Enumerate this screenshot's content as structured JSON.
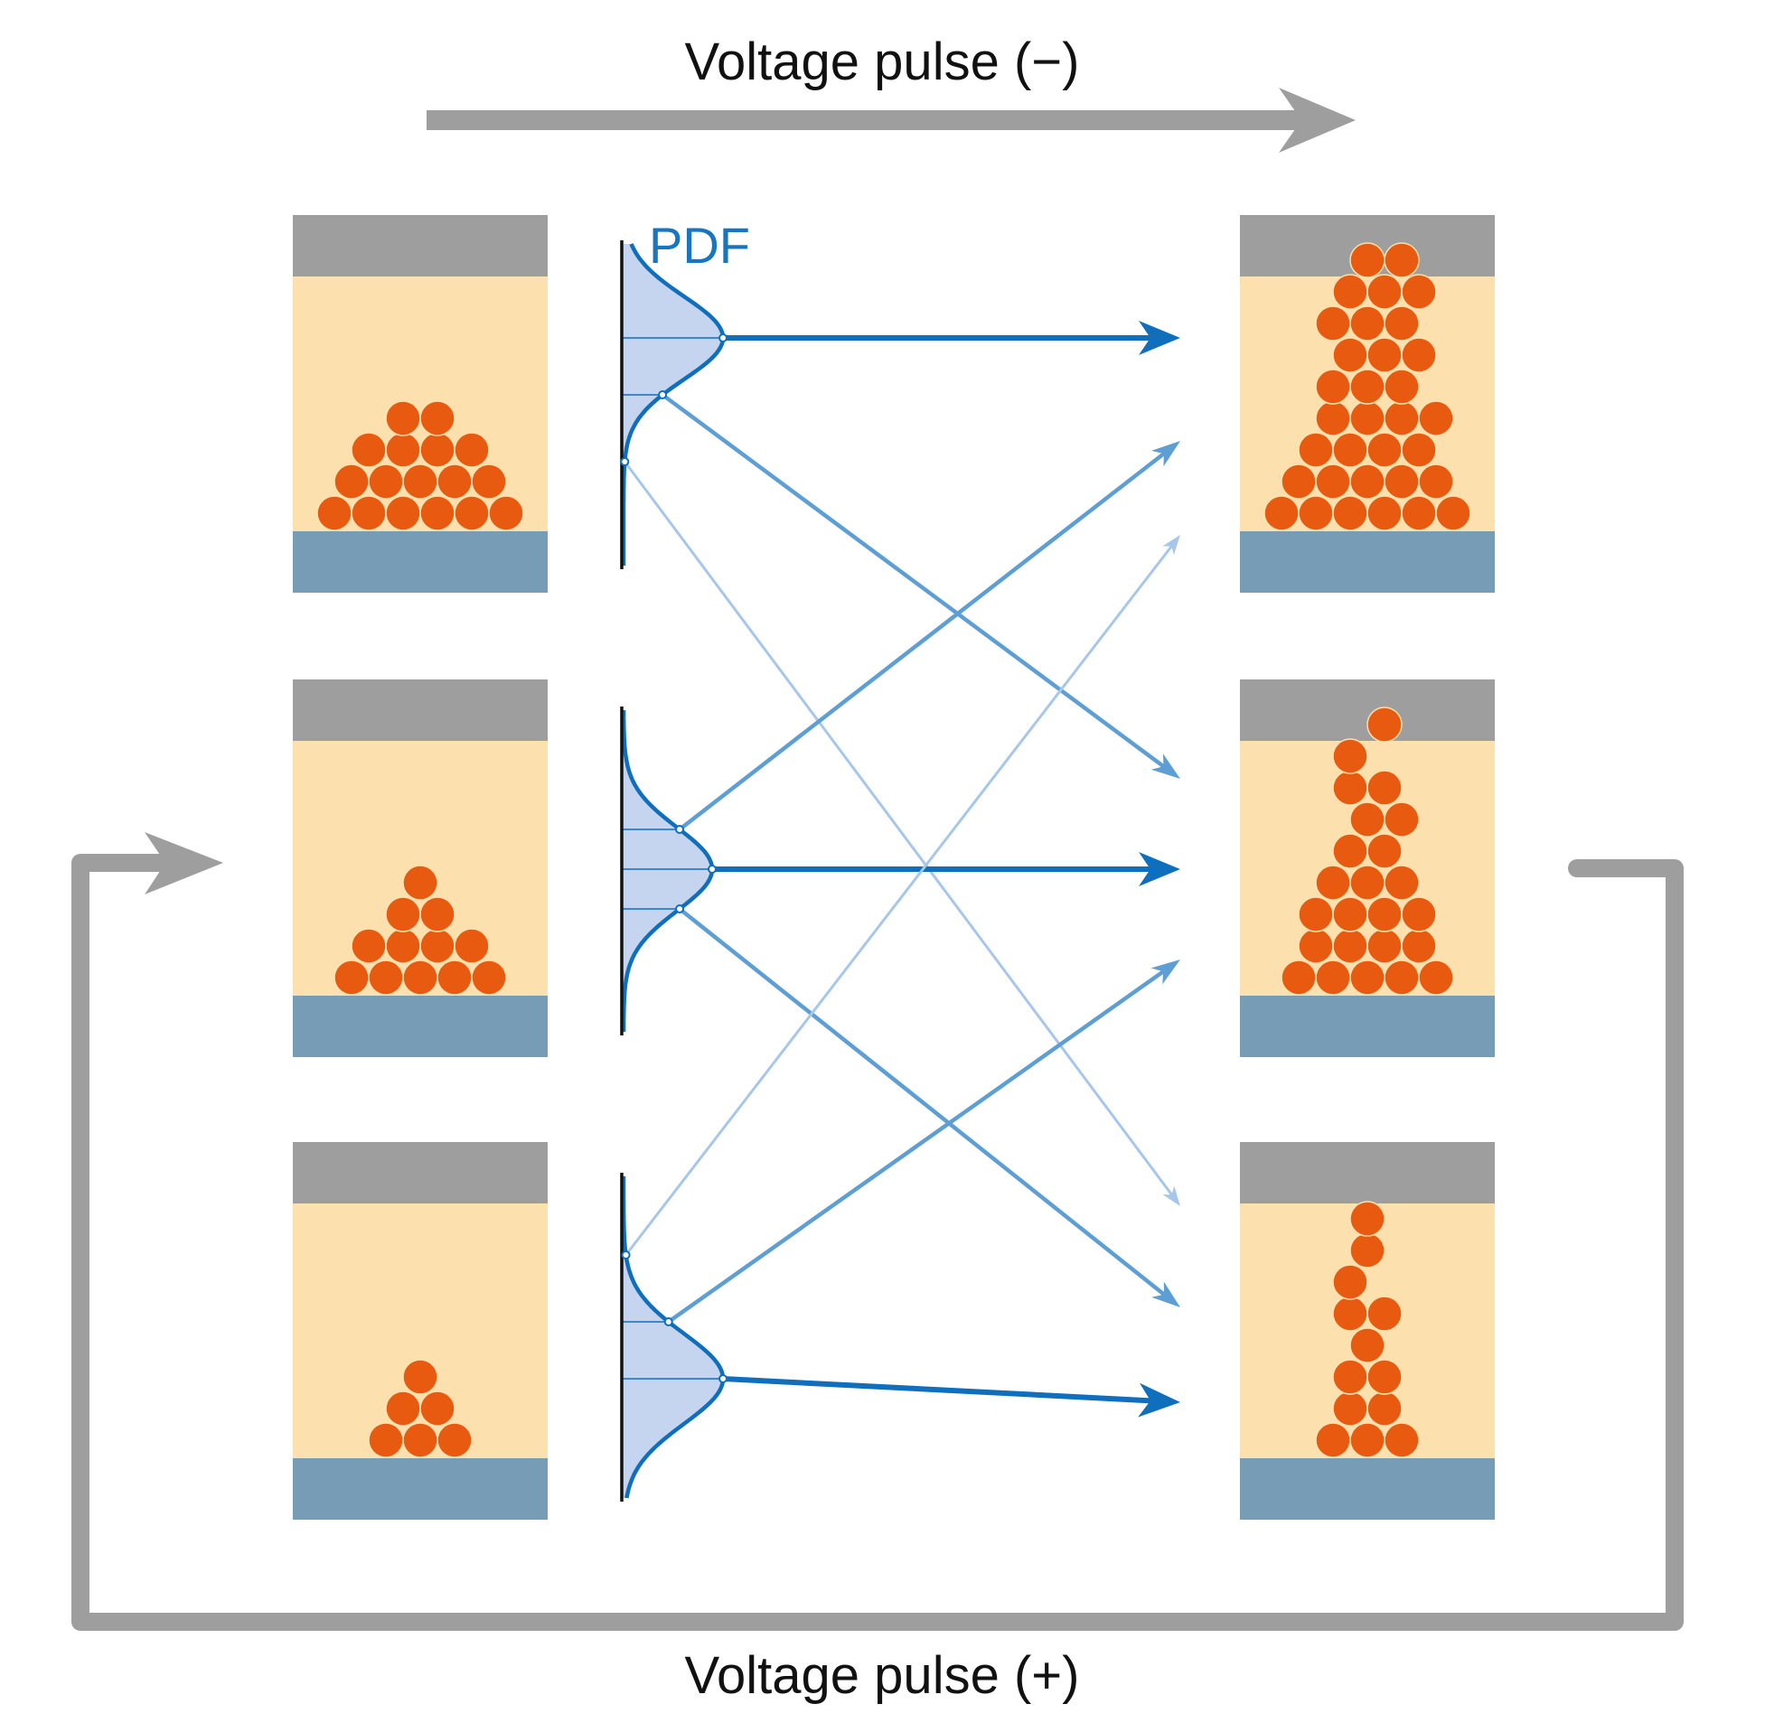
{
  "top_label": "Voltage pulse (−)",
  "bottom_label": "Voltage pulse (+)",
  "pdf_label": "PDF",
  "colors": {
    "background": "#ffffff",
    "flow_arrow": "#9e9e9e",
    "electrode_top": "#9e9e9e",
    "electrode_bottom": "#769cb6",
    "medium": "#fce0ae",
    "particle": "#e95a11",
    "particle_stroke": "#fce0ae",
    "pdf_curve": "#0f6fbd",
    "pdf_fill": "#c6d5ef",
    "pdf_axis": "#111111",
    "transition_strong": "#0f6fbd",
    "transition_medium": "#5d9fd4",
    "transition_weak": "#a7c7ea",
    "label_text": "#111111",
    "pdf_text": "#1a75bf"
  },
  "initial_states": [
    {
      "name": "initial-state-high",
      "row_particle_counts": [
        6,
        5,
        4,
        2
      ]
    },
    {
      "name": "initial-state-mid",
      "row_particle_counts": [
        5,
        4,
        2,
        1
      ]
    },
    {
      "name": "initial-state-low",
      "row_particle_counts": [
        3,
        2,
        1
      ]
    }
  ],
  "final_states": [
    {
      "name": "final-state-wide",
      "row_particle_counts": [
        6,
        5,
        4,
        4,
        3,
        3,
        3,
        3,
        2
      ]
    },
    {
      "name": "final-state-medium",
      "row_particle_counts": [
        5,
        4,
        4,
        3,
        2,
        2,
        2,
        1,
        1
      ]
    },
    {
      "name": "final-state-narrow",
      "row_particle_counts": [
        3,
        2,
        2,
        1,
        2,
        1,
        1,
        1
      ]
    }
  ],
  "transitions": [
    {
      "from": "initial-state-high",
      "to": "final-state-wide",
      "strength": "strong"
    },
    {
      "from": "initial-state-high",
      "to": "final-state-medium",
      "strength": "medium"
    },
    {
      "from": "initial-state-high",
      "to": "final-state-narrow",
      "strength": "weak"
    },
    {
      "from": "initial-state-mid",
      "to": "final-state-wide",
      "strength": "medium"
    },
    {
      "from": "initial-state-mid",
      "to": "final-state-medium",
      "strength": "strong"
    },
    {
      "from": "initial-state-mid",
      "to": "final-state-narrow",
      "strength": "medium"
    },
    {
      "from": "initial-state-low",
      "to": "final-state-wide",
      "strength": "weak"
    },
    {
      "from": "initial-state-low",
      "to": "final-state-medium",
      "strength": "medium"
    },
    {
      "from": "initial-state-low",
      "to": "final-state-narrow",
      "strength": "strong"
    }
  ]
}
